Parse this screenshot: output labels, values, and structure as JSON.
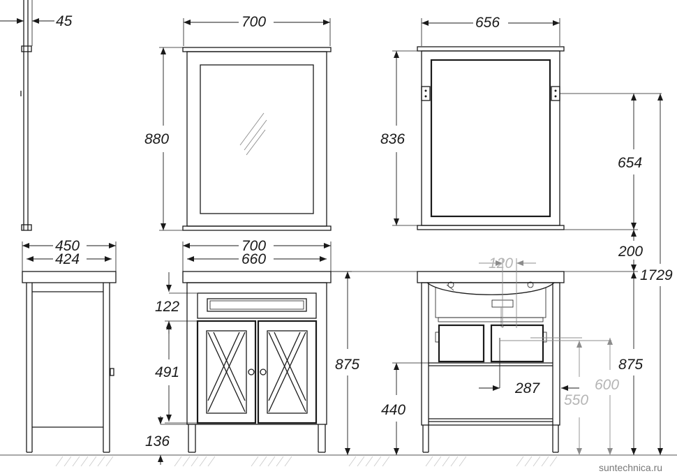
{
  "dimensions": {
    "mirror_side_depth": "45",
    "mirror_front_width": "700",
    "mirror_front_height": "880",
    "mirror_back_width": "656",
    "mirror_back_height": "836",
    "mirror_hanger_height": "654",
    "mirror_gap_above_vanity": "200",
    "total_height": "1729",
    "vanity_side_depth_top": "450",
    "vanity_side_depth_body": "424",
    "vanity_front_top_width": "700",
    "vanity_front_body_width": "660",
    "drawer_height": "122",
    "door_height": "491",
    "leg_height": "136",
    "vanity_height": "875",
    "siphon_offset": "120",
    "drain_offset": "287",
    "shelf_height": "440",
    "water_inlet_low": "550",
    "water_inlet_high": "600",
    "vanity_height_back": "875"
  },
  "watermark": "suntechnica.ru",
  "colors": {
    "line": "#1a1a1a",
    "secondary_dimension": "#b5b5b5"
  }
}
